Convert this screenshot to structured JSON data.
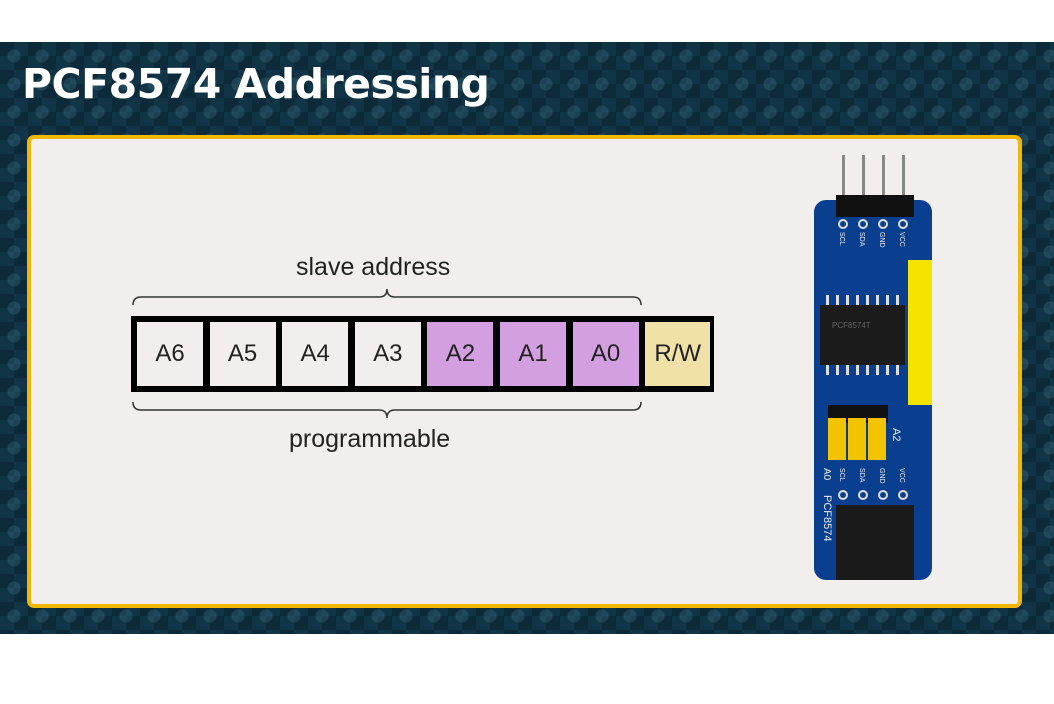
{
  "slide": {
    "title": "PCF8574 Addressing"
  },
  "diagram": {
    "top_label": "slave address",
    "bottom_label": "programmable",
    "bits": [
      {
        "label": "A6",
        "color": "#f2eeed"
      },
      {
        "label": "A5",
        "color": "#f2eeed"
      },
      {
        "label": "A4",
        "color": "#f2eeed"
      },
      {
        "label": "A3",
        "color": "#f2eeed"
      },
      {
        "label": "A2",
        "color": "#d49fe0"
      },
      {
        "label": "A1",
        "color": "#d49fe0"
      },
      {
        "label": "A0",
        "color": "#d49fe0"
      },
      {
        "label": "R/W",
        "color": "#efe1a8"
      }
    ]
  },
  "board": {
    "pins_top": [
      "SCL",
      "SDA",
      "GND",
      "VCC"
    ],
    "pins_bottom": [
      "SCL",
      "SDA",
      "GND",
      "VCC"
    ],
    "chip": "PCF8574T",
    "silk": [
      "A0",
      "A2",
      "PCF8574",
      "+",
      "-"
    ],
    "colors": {
      "pcb": "#0a3f8f",
      "header": "#f5e400",
      "jumper": "#f2c400"
    }
  }
}
